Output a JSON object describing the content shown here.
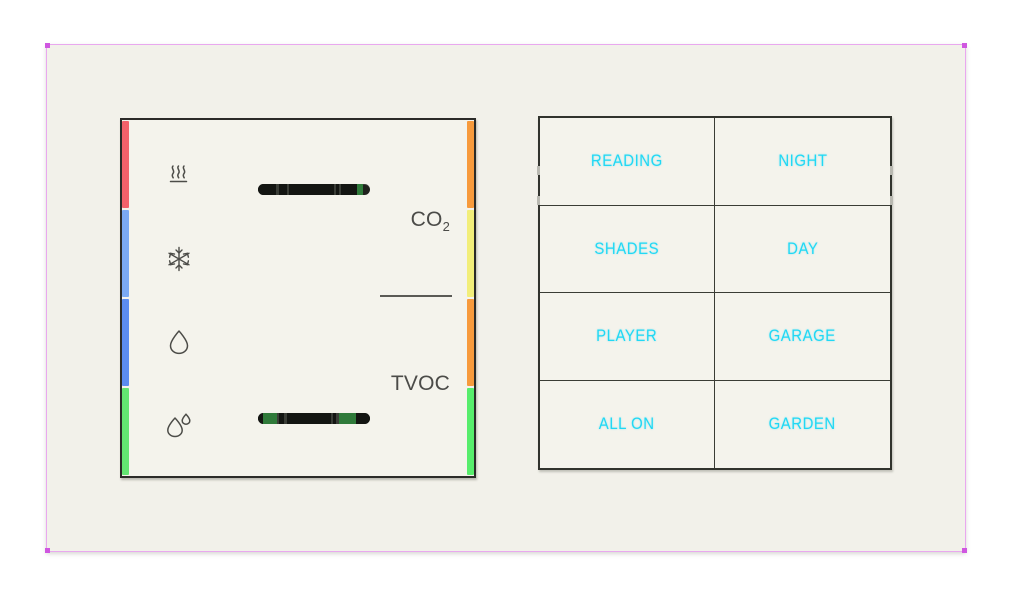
{
  "device": {
    "title": "Smart Room Control Panel",
    "background_color": "#f2f1ea",
    "panel_color": "#f4f3ec",
    "accent_color": "#21d8f4",
    "selection_color": "#cf57e0"
  },
  "left_panel": {
    "name": "climate-sensor-panel",
    "sensor_icons": [
      {
        "name": "heating-icon",
        "label": "Heating"
      },
      {
        "name": "cooling-icon",
        "label": "Cooling"
      },
      {
        "name": "humidity-icon",
        "label": "Humidity"
      },
      {
        "name": "dew-point-icon",
        "label": "Dew Point"
      }
    ],
    "left_leds": [
      {
        "name": "led-heating",
        "color": "#f4616a"
      },
      {
        "name": "led-cooling-1",
        "color": "#7ba9f2"
      },
      {
        "name": "led-cooling-2",
        "color": "#5b8cf0"
      },
      {
        "name": "led-humidity",
        "color": "#63e572"
      }
    ],
    "right_leds": [
      {
        "name": "led-co2-high",
        "color": "#f79a3c"
      },
      {
        "name": "led-co2-mid",
        "color": "#f2ee7a"
      },
      {
        "name": "led-tvoc-high",
        "color": "#f79a3c"
      },
      {
        "name": "led-tvoc-good",
        "color": "#57ed6c"
      }
    ],
    "sliders": [
      {
        "name": "setpoint-slider-top",
        "value": 0
      },
      {
        "name": "setpoint-slider-bottom",
        "value": 0
      }
    ],
    "gas_labels": {
      "co2": "CO",
      "co2_subscript": "2",
      "tvoc": "TVOC"
    }
  },
  "right_panel": {
    "name": "scene-button-panel",
    "buttons": [
      {
        "label": "READING",
        "name": "scene-button-reading"
      },
      {
        "label": "NIGHT",
        "name": "scene-button-night"
      },
      {
        "label": "SHADES",
        "name": "scene-button-shades"
      },
      {
        "label": "DAY",
        "name": "scene-button-day"
      },
      {
        "label": "PLAYER",
        "name": "scene-button-player"
      },
      {
        "label": "GARAGE",
        "name": "scene-button-garage"
      },
      {
        "label": "ALL ON",
        "name": "scene-button-all-on"
      },
      {
        "label": "GARDEN",
        "name": "scene-button-garden"
      }
    ]
  }
}
